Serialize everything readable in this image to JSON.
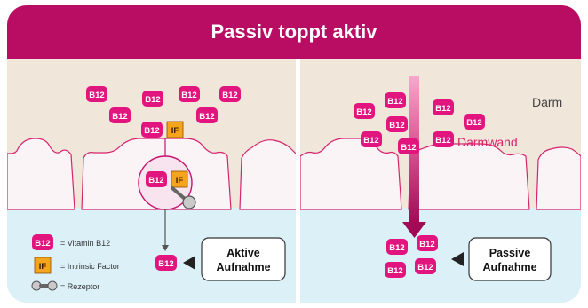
{
  "title": "Passiv toppt aktiv",
  "b12_label": "B12",
  "if_label": "IF",
  "labels": {
    "darm": "Darm",
    "darmwand": "Darmwand"
  },
  "legend": {
    "vitamin_b12": "= Vitamin B12",
    "intrinsic_factor": "= Intrinsic Factor",
    "rezeptor": "= Rezeptor"
  },
  "active_box": {
    "line1": "Aktive",
    "line2": "Aufnahme"
  },
  "passive_box": {
    "line1": "Passive",
    "line2": "Aufnahme"
  },
  "colors": {
    "header": "#b80d62",
    "b12": "#e2157e",
    "if": "#f4a51c",
    "intestine": "#f0e6d9",
    "villi": "#fbf4f7",
    "blood": "#dcf0f8",
    "magenta_line": "#c6136e"
  }
}
